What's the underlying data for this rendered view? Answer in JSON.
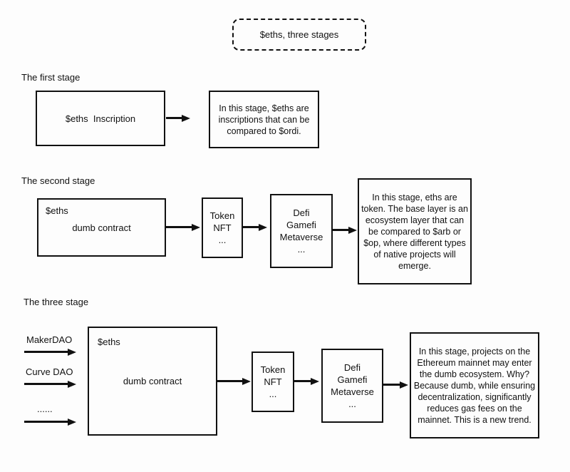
{
  "colors": {
    "ink": "#111111",
    "canvas": "#fdfdfd"
  },
  "title": {
    "label": "$eths, three stages"
  },
  "stage1": {
    "heading": "The first stage",
    "box_inscription": "$eths  Inscription",
    "box_description": "In this stage, $eths are inscriptions that can be compared to $ordi."
  },
  "stage2": {
    "heading": "The second stage",
    "contract_tag": "$eths",
    "contract_label": "dumb contract",
    "token_stack": "Token\nNFT\n...",
    "defi_stack": "Defi\nGamefi\nMetaverse\n...",
    "box_description": "In this stage, eths are token. The base layer is an ecosystem layer that can be compared to $arb or $op, where different types of native projects will emerge."
  },
  "stage3": {
    "heading": "The three stage",
    "inputs": [
      "MakerDAO",
      "Curve DAO",
      "......"
    ],
    "contract_tag": "$eths",
    "contract_label": "dumb contract",
    "token_stack": "Token\nNFT\n...",
    "defi_stack": "Defi\nGamefi\nMetaverse\n...",
    "box_description": "In this stage, projects on the Ethereum mainnet may enter the dumb ecosystem. Why? Because dumb, while ensuring decentralization, significantly reduces gas fees on the mainnet. This is a new trend."
  }
}
